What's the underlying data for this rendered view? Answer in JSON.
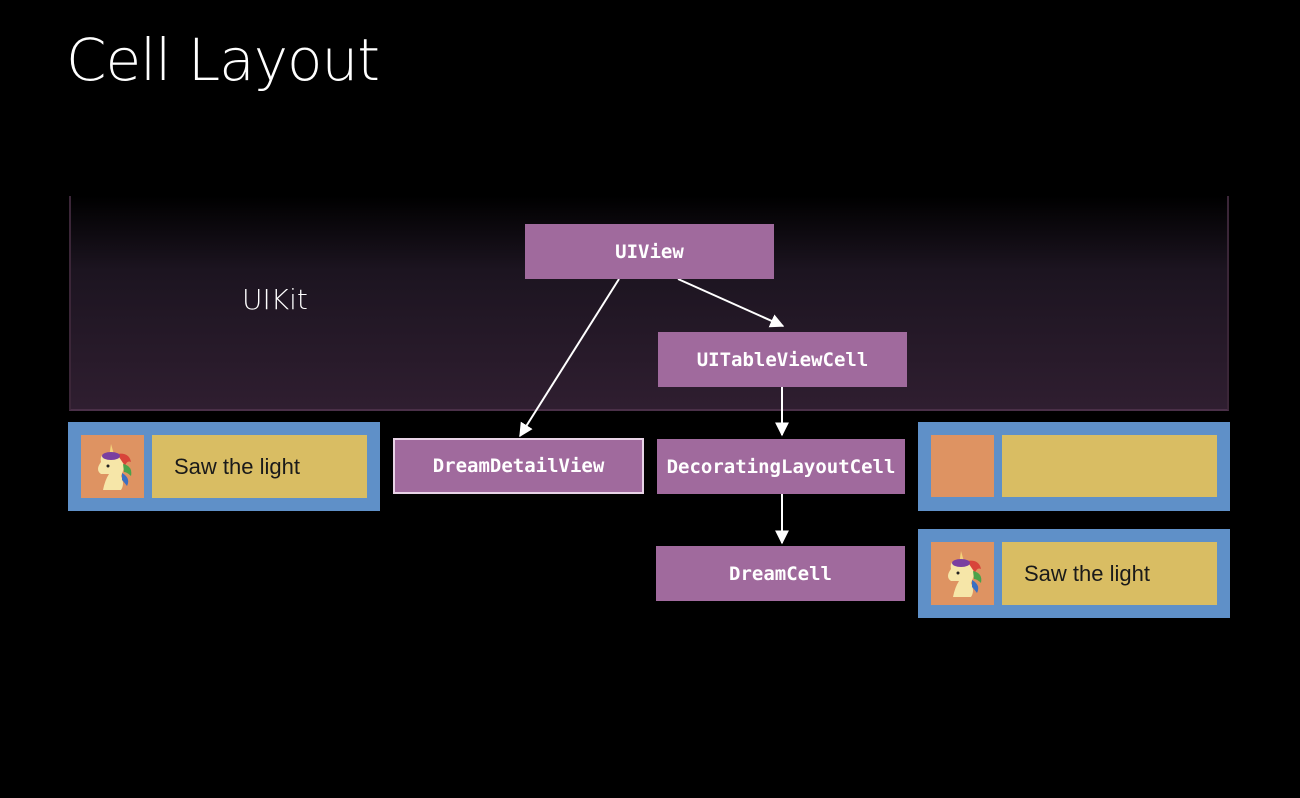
{
  "slide": {
    "title": "Cell Layout"
  },
  "uikit": {
    "label": "UIKit"
  },
  "nodes": {
    "uiview": "UIView",
    "uitableviewcell": "UITableViewCell",
    "dreamdetailview": "DreamDetailView",
    "decoratinglayoutcell": "DecoratingLayoutCell",
    "dreamcell": "DreamCell"
  },
  "cells": {
    "left": {
      "text": "Saw the light",
      "icon": "unicorn-icon"
    },
    "right_top": {
      "text": ""
    },
    "right_bottom": {
      "text": "Saw the light",
      "icon": "unicorn-icon"
    }
  },
  "colors": {
    "node": "#a06a9d",
    "cell_border": "#5f90c8",
    "thumb": "#de9362",
    "text_area": "#d9bd63"
  }
}
